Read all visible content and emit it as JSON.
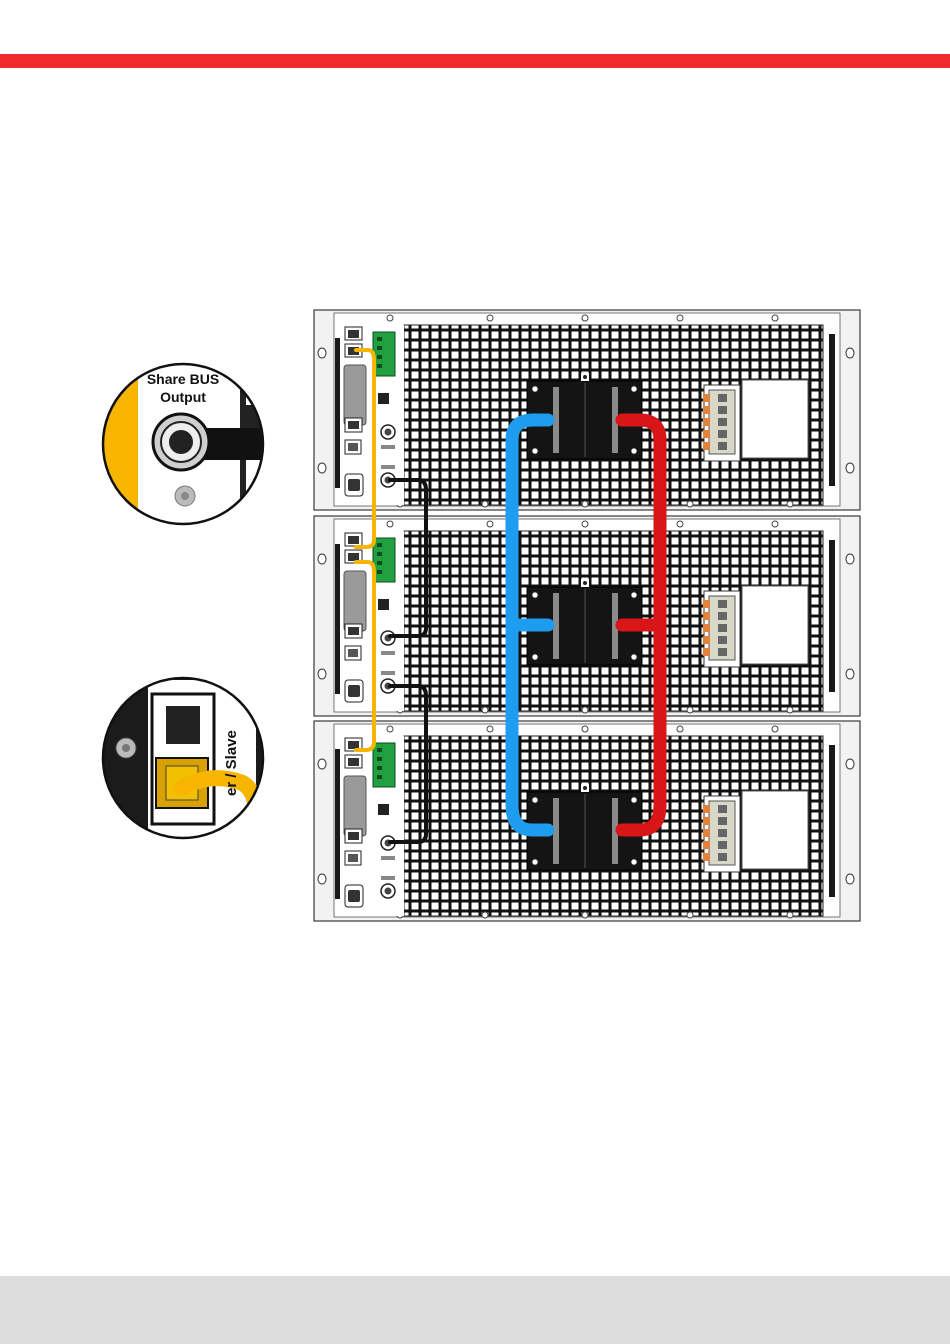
{
  "header": {
    "accent_color": "#ef2b2d"
  },
  "footer": {
    "color": "#dddddd"
  },
  "zoom_top": {
    "line1": "Share BUS",
    "line2": "Output"
  },
  "zoom_bottom": {
    "label": "er / Slave"
  },
  "colors": {
    "dc_negative": "#1e9cf0",
    "dc_positive": "#d81618",
    "master_slave_bus": "#f7b500",
    "share_bus": "#111111"
  },
  "units": [
    "unit-1",
    "unit-2",
    "unit-3"
  ]
}
